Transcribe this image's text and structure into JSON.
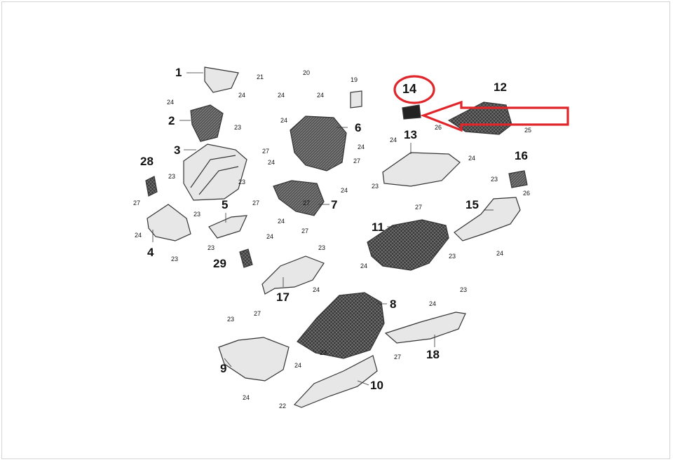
{
  "diagram": {
    "part_labels": {
      "p1": "1",
      "p2": "2",
      "p3": "3",
      "p4": "4",
      "p5": "5",
      "p6": "6",
      "p7": "7",
      "p8": "8",
      "p9": "9",
      "p10": "10",
      "p11": "11",
      "p12": "12",
      "p13": "13",
      "p15": "15",
      "p16": "16",
      "p17": "17",
      "p18": "18",
      "p28": "28",
      "p29": "29"
    },
    "fastener_labels": {
      "f19": "19",
      "f20": "20",
      "f21": "21",
      "f22": "22",
      "f23": "23",
      "f24": "24",
      "f25": "25",
      "f26": "26",
      "f27": "27"
    },
    "highlight": {
      "label": "14",
      "circle_color": "#e0262b",
      "arrow_color": "#e0262b"
    },
    "colors": {
      "part_fill": "#e7e7e7",
      "dark_part_fill": "#4a4a4a",
      "stroke": "#333333"
    }
  }
}
